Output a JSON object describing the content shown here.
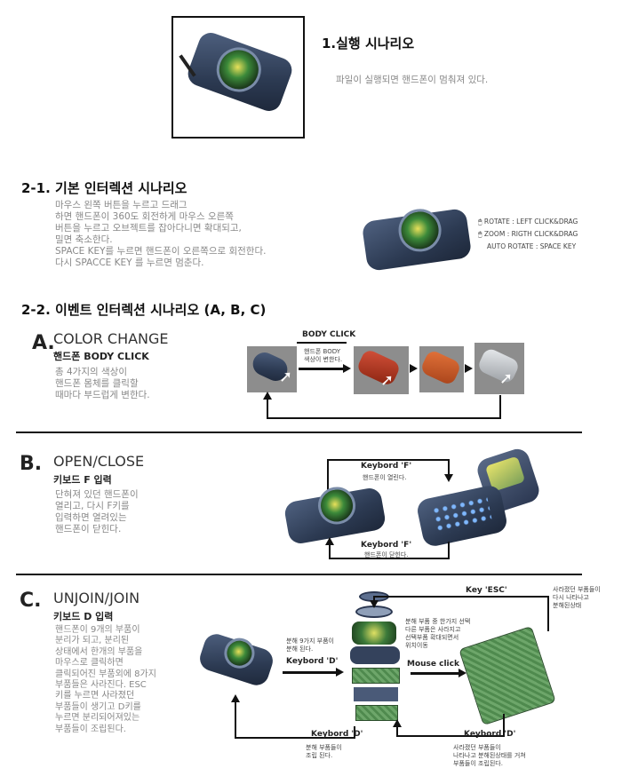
{
  "section1": {
    "title": "1.실행 시나리오",
    "desc": "파일이 실행되면 핸드폰이 멈춰져 있다."
  },
  "section21": {
    "title": "2-1. 기본 인터렉션 시나리오",
    "desc": "마우스 왼쪽 버튼을 누르고 드래그\n하면 핸드폰이 360도 회전하게 마우스 오른쪽\n버튼을 누르고 오브젝트를 잡아다니면 확대되고,\n밀면 축소한다.\nSPACE KEY를 누르면 핸드폰이 오른쪽으로 회전한다.\n다시 SPACCE KEY 를 누르면 멈춘다.",
    "legend": [
      "ROTATE : LEFT CLICK&DRAG",
      "ZOOM : RIGTH CLICK&DRAG",
      "AUTO ROTATE : SPACE KEY"
    ]
  },
  "section22": {
    "title": "2-2. 이벤트 인터렉션 시나리오 (A, B, C)"
  },
  "sectionA": {
    "letter": "A.",
    "name": "COLOR CHANGE",
    "sub": "핸드폰 BODY CLICK",
    "desc": "총 4가지의 색상이\n핸드폰 몸체를 클릭할\n때마다 부드럽게 변한다.",
    "body_click": "BODY CLICK",
    "body_click_note": "핸드폰 BODY\n색상이 변한다."
  },
  "sectionB": {
    "letter": "B.",
    "name": "OPEN/CLOSE",
    "sub": "키보드 F 입력",
    "desc": "단혀져 있던 핸드폰이\n열리고, 다시 F키를\n입력하면 열려있는\n핸드폰이 닫힌다.",
    "key_top": "Keybord 'F'",
    "note_top": "핸드폰이 열린다.",
    "key_bottom": "Keybord 'F'",
    "note_bottom": "핸드폰이 닫힌다."
  },
  "sectionC": {
    "letter": "C.",
    "name": "UNJOIN/JOIN",
    "sub": "키보드 D 입력",
    "desc": "핸드폰이 9개의 부품이\n분리가 되고, 분리된\n상태에서 한개의 부품을\n마우스로 클릭하면\n클릭되어진 부품외에 8가지\n부품들은 사라진다. ESC\n키를 누르면 사라졌던\n부품들이 생기고 D키를\n누르면 분리되어져있는\n부품들이 조립된다.",
    "note_split": "분해 9가지 부품이\n분해 된다.",
    "key_d1": "Keybord 'D'",
    "note_select": "분해 부품 중 한가지 선택\n다른 부품은 사라지고\n선택부품 확대되면서\n위치이동",
    "mouse_click": "Mouse click",
    "key_esc": "Key 'ESC'",
    "note_esc": "사라졌던 부품들이\n다시 나타나고\n분해된상태",
    "key_d2": "Keybord 'D'",
    "note_join": "분해 부품들이\n조립 된다.",
    "key_d3": "Keybord 'D'",
    "note_join2": "사라졌던 부품들이\n나타나고 분해된상태를 거쳐\n부품들이 조립된다."
  },
  "colors": {
    "body_blue": "#2c3a52",
    "body_red": "#b23a1c",
    "body_orange": "#c8561e",
    "body_silver": "#c4c8cc",
    "board_green": "#5f9a5c"
  }
}
